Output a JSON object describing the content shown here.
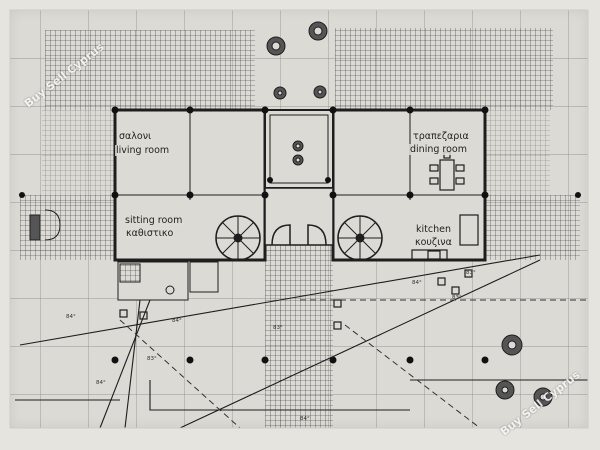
{
  "plan": {
    "rooms": {
      "living_gr": "σαλονι",
      "living_en": "living room",
      "dining_gr": "τραπεζαρια",
      "dining_en": "dining room",
      "sitting_en": "sitting room",
      "sitting_gr": "καθιστικο",
      "kitchen_en": "kitchen",
      "kitchen_gr": "κουζινα"
    },
    "elevations": [
      "84°",
      "83°",
      "84°",
      "83°",
      "84°",
      "84°",
      "83°",
      "84°",
      "83°"
    ]
  },
  "watermarks": {
    "top_left": "Buy Sell Cyprus",
    "bottom_right": "Buy Sell Cyprus"
  },
  "colors": {
    "paper": "#dcdad4",
    "ink": "#1e1e1e",
    "watermark": "#ffffff"
  }
}
